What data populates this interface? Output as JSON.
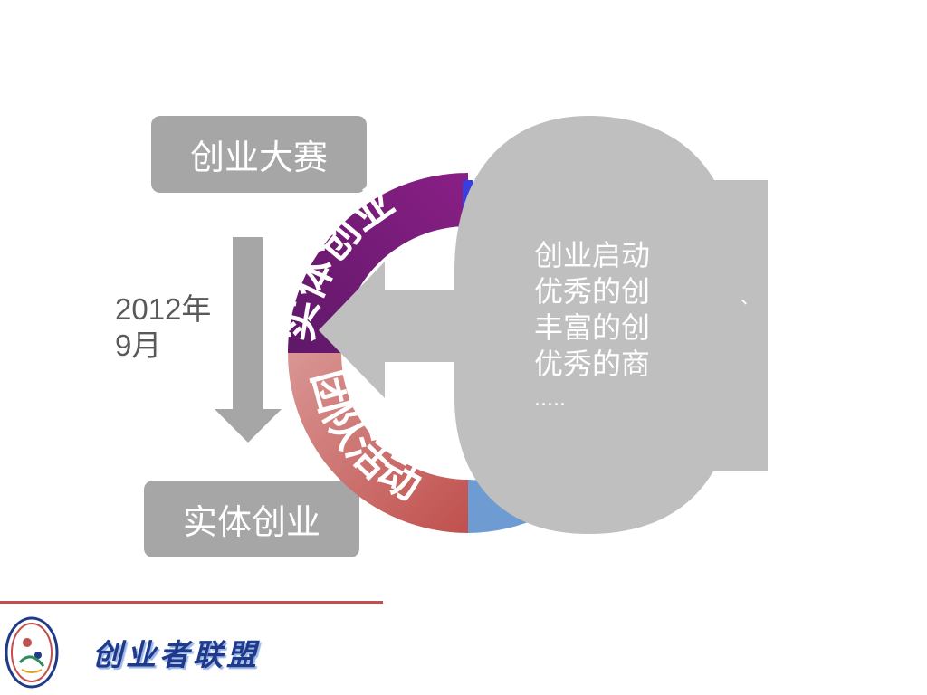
{
  "flow": {
    "top_label": "创业大赛",
    "bottom_label": "实体创业",
    "date_label": "2012年\n9月"
  },
  "cycle": {
    "segments": [
      {
        "label": "实体创业",
        "color": "#7b1a7f"
      },
      {
        "label": "团队活动",
        "color": "#c0504d"
      }
    ]
  },
  "bubble": {
    "lines": [
      "创业启动",
      "优秀的创",
      "丰富的创",
      "优秀的商",
      "....."
    ]
  },
  "footer": {
    "brand": "创业者联盟",
    "accent_color": "#c0504d"
  }
}
